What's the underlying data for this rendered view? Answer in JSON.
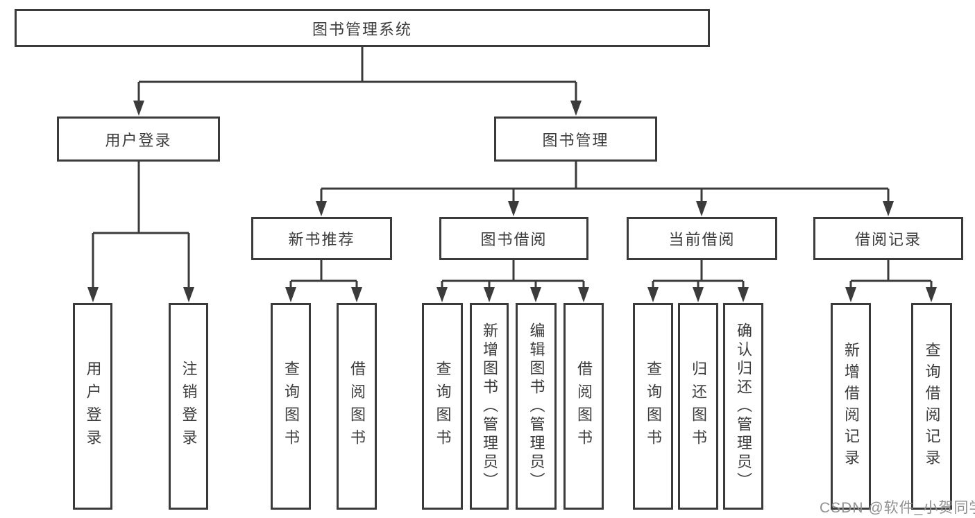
{
  "diagram": {
    "root": {
      "label": "图书管理系统"
    },
    "branches": [
      {
        "label": "用户登录",
        "children": [
          {
            "label": "用户登录"
          },
          {
            "label": "注销登录"
          }
        ]
      },
      {
        "label": "图书管理",
        "children": [
          {
            "label": "新书推荐",
            "children": [
              {
                "label": "查询图书"
              },
              {
                "label": "借阅图书"
              }
            ]
          },
          {
            "label": "图书借阅",
            "children": [
              {
                "label": "查询图书"
              },
              {
                "label": "新增图书（管理员）"
              },
              {
                "label": "编辑图书（管理员）"
              },
              {
                "label": "借阅图书"
              }
            ]
          },
          {
            "label": "当前借阅",
            "children": [
              {
                "label": "查询图书"
              },
              {
                "label": "归还图书"
              },
              {
                "label": "确认归还（管理员）"
              }
            ]
          },
          {
            "label": "借阅记录",
            "children": [
              {
                "label": "新增借阅记录"
              },
              {
                "label": "查询借阅记录"
              }
            ]
          }
        ]
      }
    ],
    "watermark": "CSDN @软件_小贺同学",
    "colors": {
      "line": "#3b3b3b",
      "text": "#3c3c3c",
      "background": "#ffffff",
      "watermark": "#909090"
    }
  }
}
